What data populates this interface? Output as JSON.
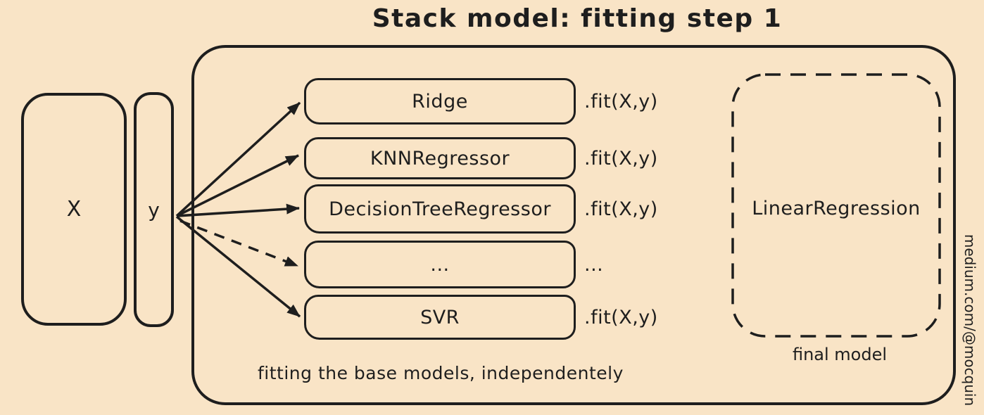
{
  "title": "Stack model: fitting step 1",
  "colors": {
    "background": "#f9e4c6",
    "ink": "#1e1e1e"
  },
  "inputs": {
    "x_label": "X",
    "y_label": "y"
  },
  "base_models": [
    {
      "name": "Ridge",
      "fit": ".fit(X,y)"
    },
    {
      "name": "KNNRegressor",
      "fit": ".fit(X,y)"
    },
    {
      "name": "DecisionTreeRegressor",
      "fit": ".fit(X,y)"
    },
    {
      "name": "...",
      "fit": "..."
    },
    {
      "name": "SVR",
      "fit": ".fit(X,y)"
    }
  ],
  "final_model": {
    "name": "LinearRegression",
    "caption": "final model"
  },
  "footer_caption": "fitting the base models, independentely",
  "watermark": "medium.com/@mocquin",
  "arrows": {
    "from": "y",
    "targets": [
      "Ridge",
      "KNNRegressor",
      "DecisionTreeRegressor",
      "...",
      "SVR"
    ],
    "dashed_target": "..."
  }
}
